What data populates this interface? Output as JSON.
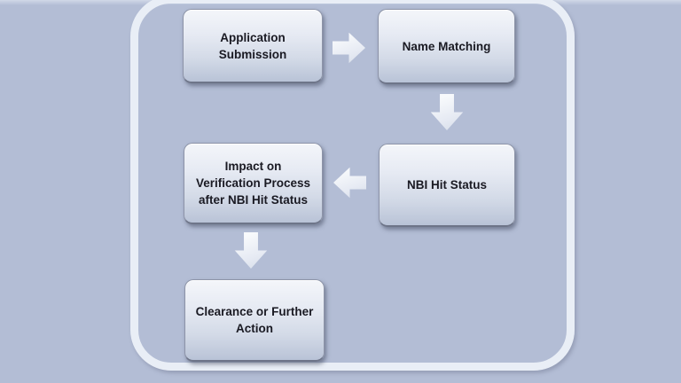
{
  "theme": {
    "background": "#b3bdd5",
    "frame_stroke": "#e9eef6",
    "node_border": "#8d94a8",
    "node_text": "#1a1a23",
    "arrow_fill": "#eef1f8"
  },
  "flowchart": {
    "nodes": [
      {
        "id": "application-submission",
        "label": "Application\nSubmission"
      },
      {
        "id": "name-matching",
        "label": "Name Matching"
      },
      {
        "id": "nbi-hit-status",
        "label": "NBI Hit Status"
      },
      {
        "id": "impact-on-verification",
        "label": "Impact on\nVerification Process\nafter NBI Hit Status"
      },
      {
        "id": "clearance-or-further-action",
        "label": "Clearance or Further\nAction"
      }
    ],
    "connectors": [
      {
        "from": "application-submission",
        "to": "name-matching",
        "direction": "right"
      },
      {
        "from": "name-matching",
        "to": "nbi-hit-status",
        "direction": "down"
      },
      {
        "from": "nbi-hit-status",
        "to": "impact-on-verification",
        "direction": "left"
      },
      {
        "from": "impact-on-verification",
        "to": "clearance-or-further-action",
        "direction": "down"
      }
    ]
  }
}
